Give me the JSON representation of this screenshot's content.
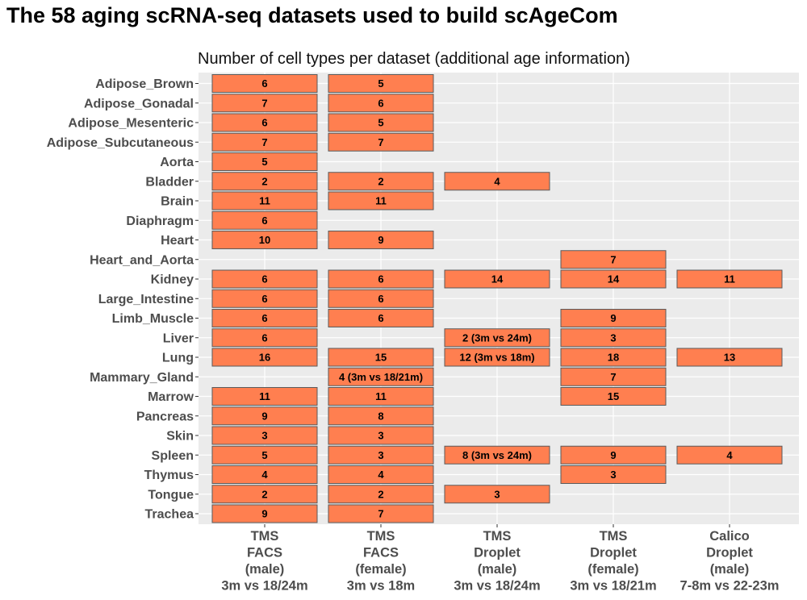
{
  "title": "The 58 aging scRNA-seq datasets used to build scAgeCom",
  "chart_data": {
    "type": "table",
    "subtitle": "Number of cell types per dataset (additional age information)",
    "tissues": [
      "Adipose_Brown",
      "Adipose_Gonadal",
      "Adipose_Mesenteric",
      "Adipose_Subcutaneous",
      "Aorta",
      "Bladder",
      "Brain",
      "Diaphragm",
      "Heart",
      "Heart_and_Aorta",
      "Kidney",
      "Large_Intestine",
      "Limb_Muscle",
      "Liver",
      "Lung",
      "Mammary_Gland",
      "Marrow",
      "Pancreas",
      "Skin",
      "Spleen",
      "Thymus",
      "Tongue",
      "Trachea"
    ],
    "datasets": [
      {
        "lines": [
          "TMS",
          "FACS",
          "(male)",
          "3m vs 18/24m"
        ]
      },
      {
        "lines": [
          "TMS",
          "FACS",
          "(female)",
          "3m vs 18m"
        ]
      },
      {
        "lines": [
          "TMS",
          "Droplet",
          "(male)",
          "3m vs 18/24m"
        ]
      },
      {
        "lines": [
          "TMS",
          "Droplet",
          "(female)",
          "3m vs 18/21m"
        ]
      },
      {
        "lines": [
          "Calico",
          "Droplet",
          "(male)",
          "7-8m vs 22-23m"
        ]
      }
    ],
    "cells": [
      [
        "6",
        "5",
        null,
        null,
        null
      ],
      [
        "7",
        "6",
        null,
        null,
        null
      ],
      [
        "6",
        "5",
        null,
        null,
        null
      ],
      [
        "7",
        "7",
        null,
        null,
        null
      ],
      [
        "5",
        null,
        null,
        null,
        null
      ],
      [
        "2",
        "2",
        "4",
        null,
        null
      ],
      [
        "11",
        "11",
        null,
        null,
        null
      ],
      [
        "6",
        null,
        null,
        null,
        null
      ],
      [
        "10",
        "9",
        null,
        null,
        null
      ],
      [
        null,
        null,
        null,
        "7",
        null
      ],
      [
        "6",
        "6",
        "14",
        "14",
        "11"
      ],
      [
        "6",
        "6",
        null,
        null,
        null
      ],
      [
        "6",
        "6",
        null,
        "9",
        null
      ],
      [
        "6",
        null,
        "2 (3m vs 24m)",
        "3",
        null
      ],
      [
        "16",
        "15",
        "12 (3m vs 18m)",
        "18",
        "13"
      ],
      [
        null,
        "4 (3m vs 18/21m)",
        null,
        "7",
        null
      ],
      [
        "11",
        "11",
        null,
        "15",
        null
      ],
      [
        "9",
        "8",
        null,
        null,
        null
      ],
      [
        "3",
        "3",
        null,
        null,
        null
      ],
      [
        "5",
        "3",
        "8 (3m vs 24m)",
        "9",
        "4"
      ],
      [
        "4",
        "4",
        null,
        "3",
        null
      ],
      [
        "2",
        "2",
        "3",
        null,
        null
      ],
      [
        "9",
        "7",
        null,
        null,
        null
      ]
    ],
    "colors": {
      "cell_fill": "#ff7f50",
      "cell_stroke": "#5a5a5a",
      "panel": "#ebebeb",
      "grid": "#ffffff",
      "axis_text": "#4d4d4d"
    }
  }
}
